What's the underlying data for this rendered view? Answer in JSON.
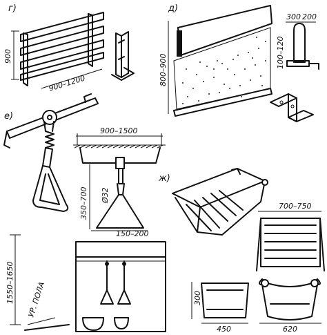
{
  "figure": {
    "sections": {
      "g": "г)",
      "d": "д)",
      "e": "е)",
      "zh": "ж)"
    },
    "dimensions": {
      "g_height": "900",
      "g_width": "900–1200",
      "d_height": "800–900",
      "d_top_a": "300",
      "d_top_b": "200",
      "d_side": "100–120",
      "e_span": "900–1500",
      "e_drop": "350–700",
      "e_diameter": "Ø32",
      "e_base": "150–200",
      "floor_height": "1550–1650",
      "floor_label": "УР. ПОЛА",
      "zh_width": "700–750",
      "zh_height": "300",
      "zh_w1": "450",
      "zh_w2": "620"
    }
  }
}
